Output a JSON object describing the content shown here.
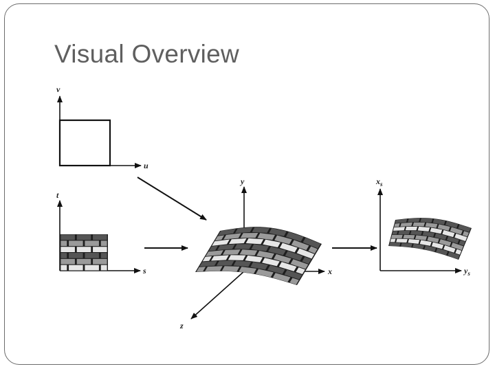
{
  "slide": {
    "title": "Visual Overview"
  },
  "figure": {
    "panel_uv": {
      "u_label": "u",
      "v_label": "v"
    },
    "panel_st": {
      "s_label": "s",
      "t_label": "t"
    },
    "panel_xyz": {
      "x_label": "x",
      "y_label": "y",
      "z_label": "z"
    },
    "panel_screen": {
      "xs_label": "x",
      "xs_sub": "s",
      "ys_label": "y",
      "ys_sub": "s"
    }
  },
  "colors": {
    "title": "#5f5f5f",
    "frame": "#6b6b6b",
    "brick_dark": "#555555",
    "brick_mid": "#9a9a9a",
    "brick_light": "#e6e6e6",
    "mortar": "#1e1e1e"
  }
}
